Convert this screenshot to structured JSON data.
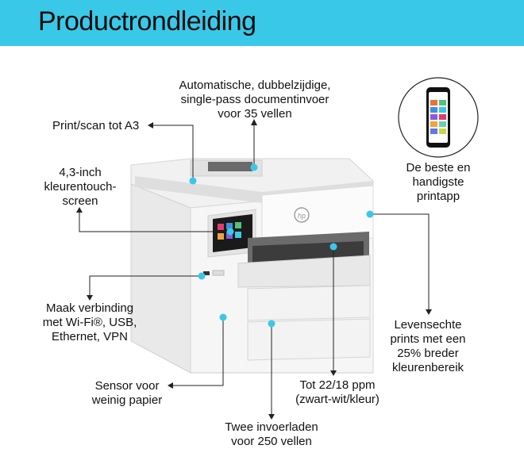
{
  "header": {
    "title": "Productrondleiding",
    "accent_color": "#3ac8e8"
  },
  "callouts": {
    "adf": [
      "Automatische, dubbelzijdige,",
      "single-pass documentinvoer",
      "voor 35 vellen"
    ],
    "print_a3": "Print/scan tot A3",
    "touchscreen": [
      "4,3-inch",
      "kleurentouch-",
      "screen"
    ],
    "app": [
      "De beste en",
      "handigste",
      "printapp"
    ],
    "connect": [
      "Maak verbinding",
      "met Wi-Fi®, USB,",
      "Ethernet, VPN"
    ],
    "colors": [
      "Levensechte",
      "prints met een",
      "25% breder",
      "kleurenbereik"
    ],
    "speed": [
      "Tot 22/18 ppm",
      "(zwart-wit/kleur)"
    ],
    "sensor": [
      "Sensor voor",
      "weinig papier"
    ],
    "trays": [
      "Twee invoerladen",
      "voor 250 vellen"
    ]
  },
  "icons": [
    "hp-logo-icon",
    "smartphone-app-icon"
  ],
  "dot_color": "#3ac8e8"
}
